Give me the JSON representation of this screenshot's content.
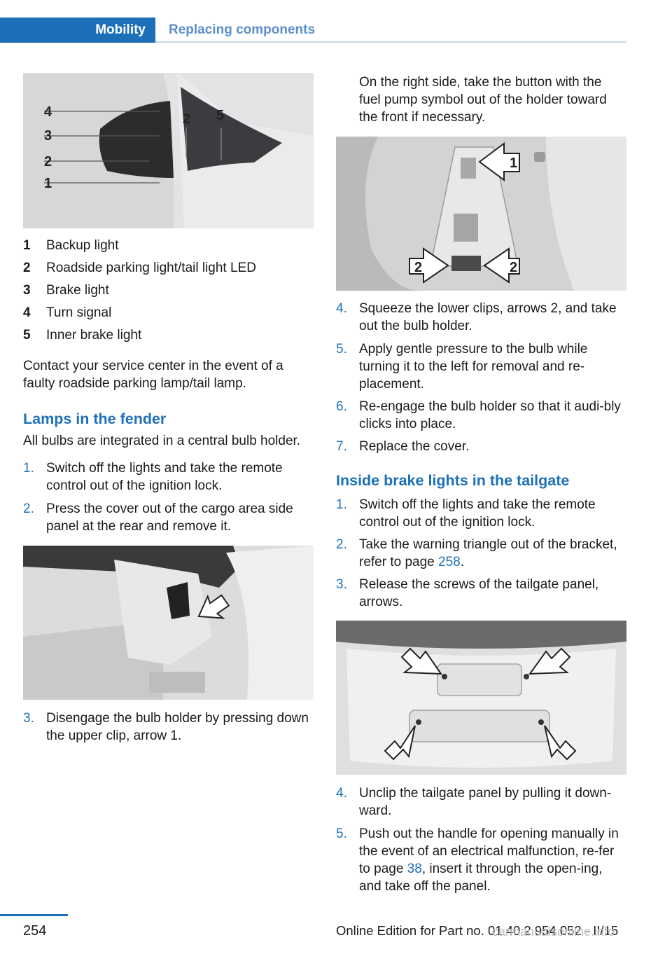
{
  "header": {
    "section": "Mobility",
    "chapter": "Replacing components"
  },
  "figure1": {
    "callouts": [
      "4",
      "3",
      "2",
      "1",
      "2",
      "5"
    ]
  },
  "legend": [
    {
      "num": "1",
      "text": "Backup light"
    },
    {
      "num": "2",
      "text": "Roadside parking light/tail light LED"
    },
    {
      "num": "3",
      "text": "Brake light"
    },
    {
      "num": "4",
      "text": "Turn signal"
    },
    {
      "num": "5",
      "text": "Inner brake light"
    }
  ],
  "contact_note": "Contact your service center in the event of a faulty roadside parking lamp/tail lamp.",
  "fender": {
    "heading": "Lamps in the fender",
    "intro": "All bulbs are integrated in a central bulb holder.",
    "steps": [
      {
        "num": "1.",
        "text": "Switch off the lights and take the remote control out of the ignition lock."
      },
      {
        "num": "2.",
        "text": "Press the cover out of the cargo area side panel at the rear and remove it."
      },
      {
        "num": "3.",
        "text": "Disengage the bulb holder by pressing down the upper clip, arrow 1."
      }
    ]
  },
  "right_intro": "On the right side, take the button with the fuel pump symbol out of the holder toward the front if necessary.",
  "figure3": {
    "callouts": [
      "1",
      "2",
      "2"
    ]
  },
  "fender_steps_cont": [
    {
      "num": "4.",
      "text": "Squeeze the lower clips, arrows 2, and take out the bulb holder."
    },
    {
      "num": "5.",
      "text": "Apply gentle pressure to the bulb while turning it to the left for removal and re‐placement."
    },
    {
      "num": "6.",
      "text": "Re-engage the bulb holder so that it audi‐bly clicks into place."
    },
    {
      "num": "7.",
      "text": "Replace the cover."
    }
  ],
  "tailgate": {
    "heading": "Inside brake lights in the tailgate",
    "step1": {
      "num": "1.",
      "text": "Switch off the lights and take the remote control out of the ignition lock."
    },
    "step2": {
      "num": "2.",
      "pre": "Take the warning triangle out of the bracket, refer to page ",
      "link": "258",
      "post": "."
    },
    "step3": {
      "num": "3.",
      "text": "Release the screws of the tailgate panel, arrows."
    },
    "step4": {
      "num": "4.",
      "text": "Unclip the tailgate panel by pulling it down‐ward."
    },
    "step5": {
      "num": "5.",
      "pre": "Push out the handle for opening manually in the event of an electrical malfunction, re‐fer to page ",
      "link": "38",
      "post": ", insert it through the open‐ing, and take off the panel."
    }
  },
  "footer": {
    "page_number": "254",
    "edition": "Online Edition for Part no. 01 40 2 954 052 - II/15",
    "watermark": "carmanualsonline.info"
  }
}
